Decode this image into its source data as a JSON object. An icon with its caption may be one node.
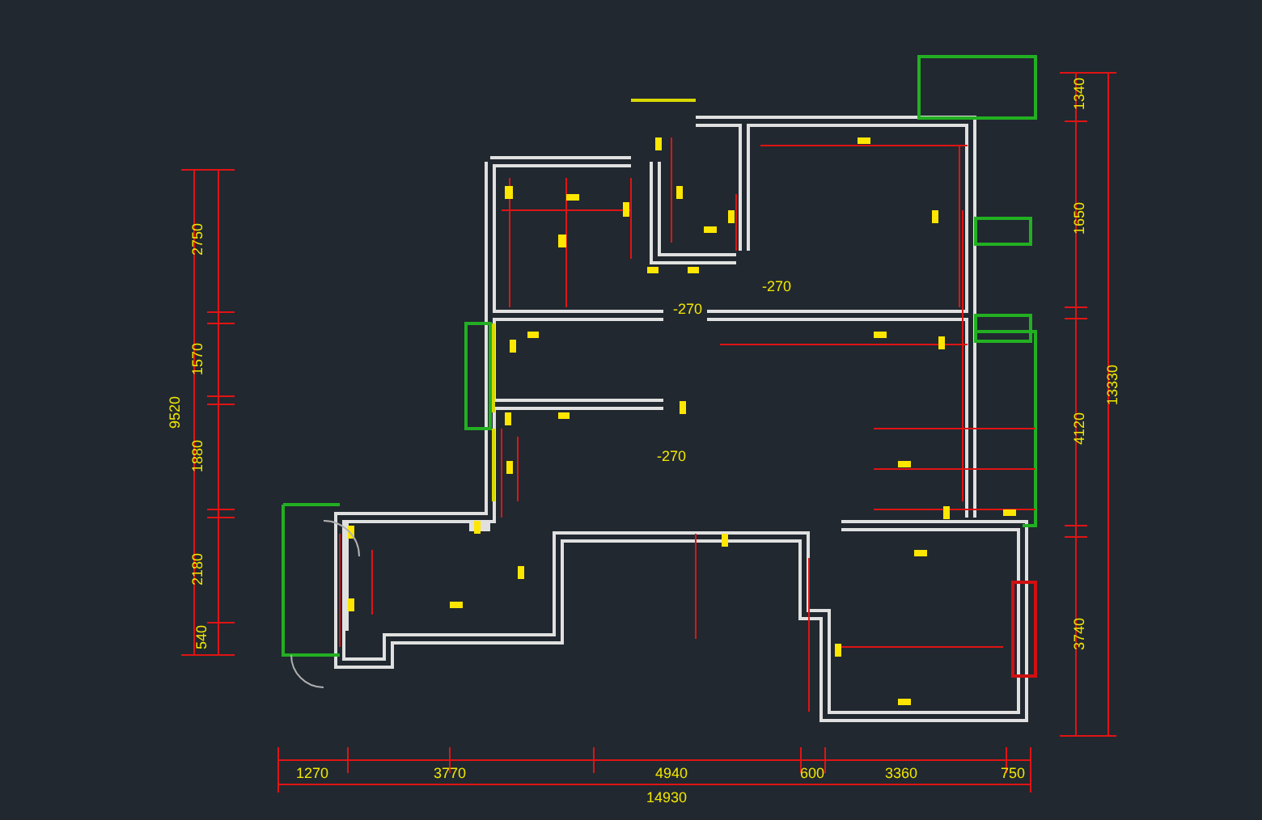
{
  "diagram": {
    "labels": [
      "2750",
      "1570",
      "1880",
      "2180",
      "540",
      "9520",
      "1340",
      "1650",
      "4120",
      "3740",
      "13330",
      "-270",
      "-270",
      "-270",
      "1270",
      "3770",
      "4940",
      "600",
      "3360",
      "750",
      "14930"
    ]
  }
}
